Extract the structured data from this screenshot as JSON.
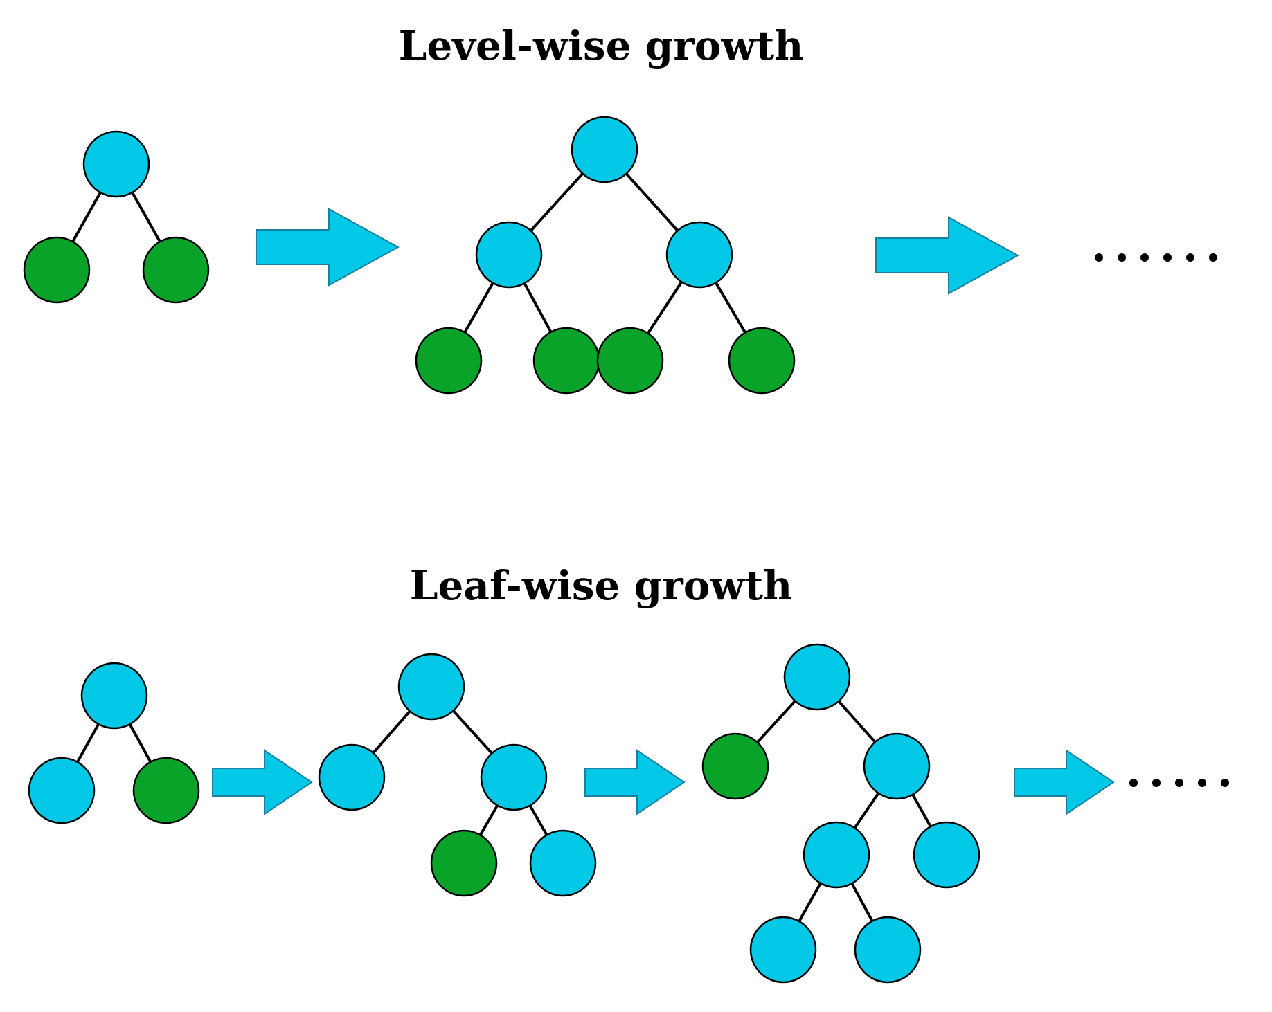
{
  "colors": {
    "internal_node": "#00c8e6",
    "leaf_node": "#0aa32a",
    "arrow": "#00c8e6",
    "edge": "#000000"
  },
  "sections": [
    {
      "title": "Level-wise growth",
      "ellipsis": "......",
      "steps": [
        {
          "nodes": [
            {
              "id": "a",
              "kind": "internal"
            },
            {
              "id": "b",
              "kind": "leaf",
              "parent": "a"
            },
            {
              "id": "c",
              "kind": "leaf",
              "parent": "a"
            }
          ]
        },
        {
          "nodes": [
            {
              "id": "a",
              "kind": "internal"
            },
            {
              "id": "b",
              "kind": "internal",
              "parent": "a"
            },
            {
              "id": "c",
              "kind": "internal",
              "parent": "a"
            },
            {
              "id": "d",
              "kind": "leaf",
              "parent": "b"
            },
            {
              "id": "e",
              "kind": "leaf",
              "parent": "b"
            },
            {
              "id": "f",
              "kind": "leaf",
              "parent": "c"
            },
            {
              "id": "g",
              "kind": "leaf",
              "parent": "c"
            }
          ]
        }
      ]
    },
    {
      "title": "Leaf-wise growth",
      "ellipsis": ".....",
      "steps": [
        {
          "nodes": [
            {
              "id": "a",
              "kind": "internal"
            },
            {
              "id": "b",
              "kind": "internal",
              "parent": "a"
            },
            {
              "id": "c",
              "kind": "leaf",
              "parent": "a"
            }
          ]
        },
        {
          "nodes": [
            {
              "id": "a",
              "kind": "internal"
            },
            {
              "id": "b",
              "kind": "internal",
              "parent": "a"
            },
            {
              "id": "c",
              "kind": "internal",
              "parent": "a"
            },
            {
              "id": "d",
              "kind": "leaf",
              "parent": "c"
            },
            {
              "id": "e",
              "kind": "internal",
              "parent": "c"
            }
          ]
        },
        {
          "nodes": [
            {
              "id": "a",
              "kind": "internal"
            },
            {
              "id": "b",
              "kind": "leaf",
              "parent": "a"
            },
            {
              "id": "c",
              "kind": "internal",
              "parent": "a"
            },
            {
              "id": "d",
              "kind": "internal",
              "parent": "c"
            },
            {
              "id": "e",
              "kind": "internal",
              "parent": "c"
            },
            {
              "id": "f",
              "kind": "internal",
              "parent": "d"
            },
            {
              "id": "g",
              "kind": "internal",
              "parent": "d"
            }
          ]
        }
      ]
    }
  ]
}
